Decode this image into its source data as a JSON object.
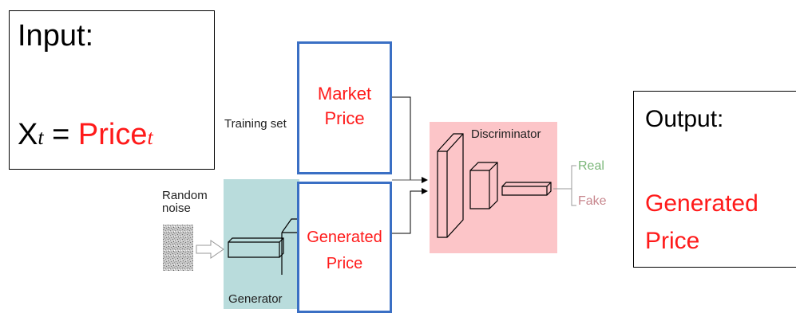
{
  "input": {
    "title": "Input:",
    "x_symbol": "X",
    "x_subscript": "t",
    "equals": " = ",
    "price_word": "Price",
    "price_subscript": "t"
  },
  "output": {
    "title": "Output:",
    "value": "Generated Price"
  },
  "gan": {
    "training_set_label": "Training set",
    "random_noise_label": "Random noise",
    "generator_label": "Generator",
    "discriminator_label": "Discriminator",
    "real_label": "Real",
    "fake_label": "Fake"
  },
  "overlays": {
    "market_price": "Market Price",
    "generated_price": "Generated Price"
  },
  "colors": {
    "accent_red": "#ff1a1a",
    "generator_bg": "#b9dcdc",
    "discriminator_bg": "#fcc5c8",
    "overlay_border": "#3a6fc4",
    "real_green": "#7bb679",
    "fake_pink": "#c7868d"
  }
}
